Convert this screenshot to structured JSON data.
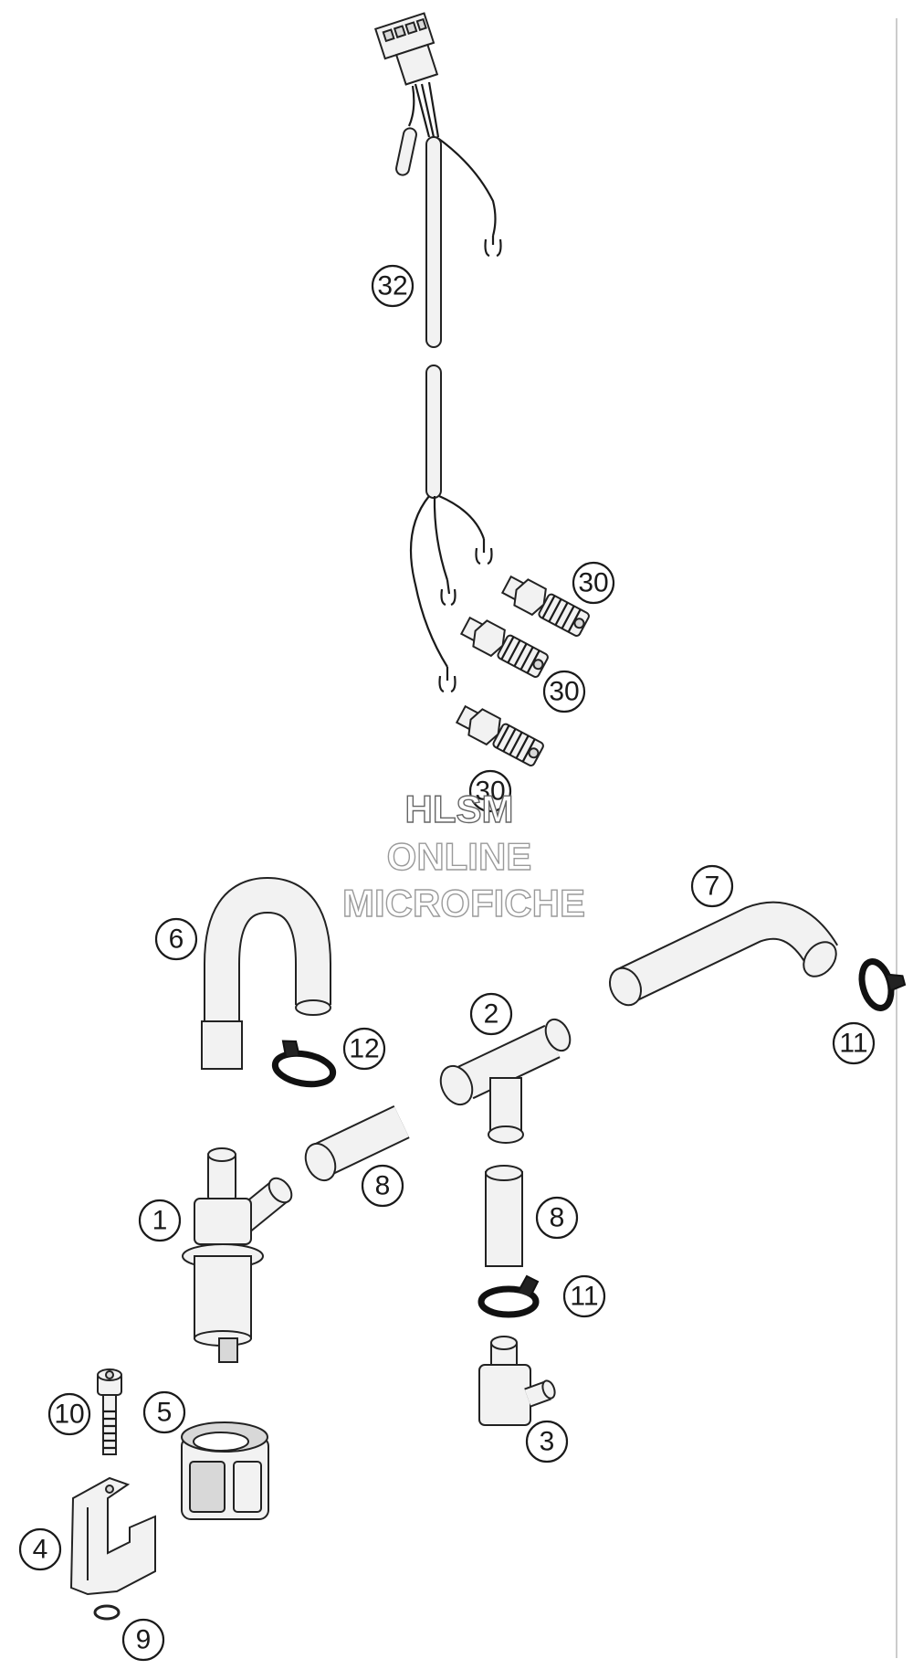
{
  "callouts": {
    "c32": "32",
    "c30a": "30",
    "c30b": "30",
    "c30c": "30",
    "c7": "7",
    "c6": "6",
    "c12": "12",
    "c2": "2",
    "c11a": "11",
    "c8a": "8",
    "c1": "1",
    "c8b": "8",
    "c11b": "11",
    "c10": "10",
    "c5": "5",
    "c3": "3",
    "c4": "4",
    "c9": "9"
  },
  "watermark": {
    "line1": "HLSM",
    "line2": "ONLINE",
    "line3": "MICROFICHE"
  },
  "icons": {
    "connector": "wiring-connector-icon",
    "sensor": "temperature-sensor-icon",
    "hose": "hose-icon",
    "clamp": "hose-clamp-icon",
    "bolt": "bolt-icon"
  }
}
